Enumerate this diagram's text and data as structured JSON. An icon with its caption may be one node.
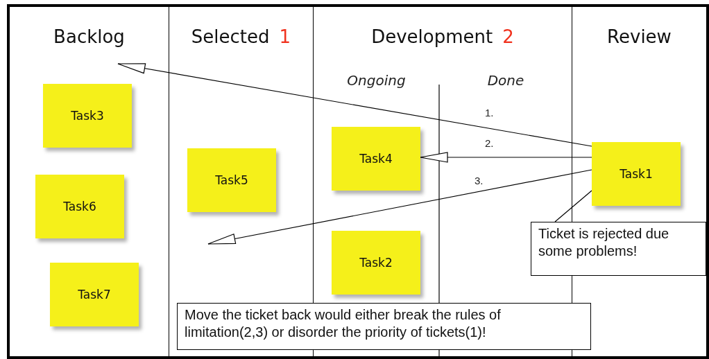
{
  "diagram": {
    "nodes": [
      {
        "text": [
          "Backlog"
        ]
      },
      {
        "text": [
          "Selected",
          "1"
        ]
      },
      {
        "text": [
          "Development",
          "2"
        ]
      },
      {
        "text": [
          "Ongoing"
        ],
        "in": 2
      },
      {
        "text": [
          "Done"
        ],
        "in": 2
      },
      {
        "text": [
          "Review"
        ]
      },
      {
        "text": [
          "Task3"
        ],
        "in": 0
      },
      {
        "text": [
          "Task6"
        ],
        "in": 0
      },
      {
        "text": [
          "Task7"
        ],
        "in": 0
      },
      {
        "text": [
          "Task5"
        ],
        "in": 1
      },
      {
        "text": [
          "Task4"
        ],
        "in": 3
      },
      {
        "text": [
          "Task2"
        ],
        "in": 3
      },
      {
        "text": [
          "Task1"
        ],
        "in": 5
      },
      {
        "text": [
          "Ticket is rejected due some problems!"
        ]
      },
      {
        "text": [
          "Move the ticket back would either break the rules of limitation(2,3) or disorder the priority of tickets(1)!"
        ]
      }
    ],
    "edges": [
      {
        "from": 12,
        "to": null,
        "arrow": "to",
        "label": "1."
      },
      {
        "from": 12,
        "to": 10,
        "arrow": "to",
        "label": "2."
      },
      {
        "from": 12,
        "to": null,
        "arrow": "to",
        "label": "3."
      },
      {
        "from": 13,
        "to": 12,
        "arrow": "none"
      }
    ]
  }
}
